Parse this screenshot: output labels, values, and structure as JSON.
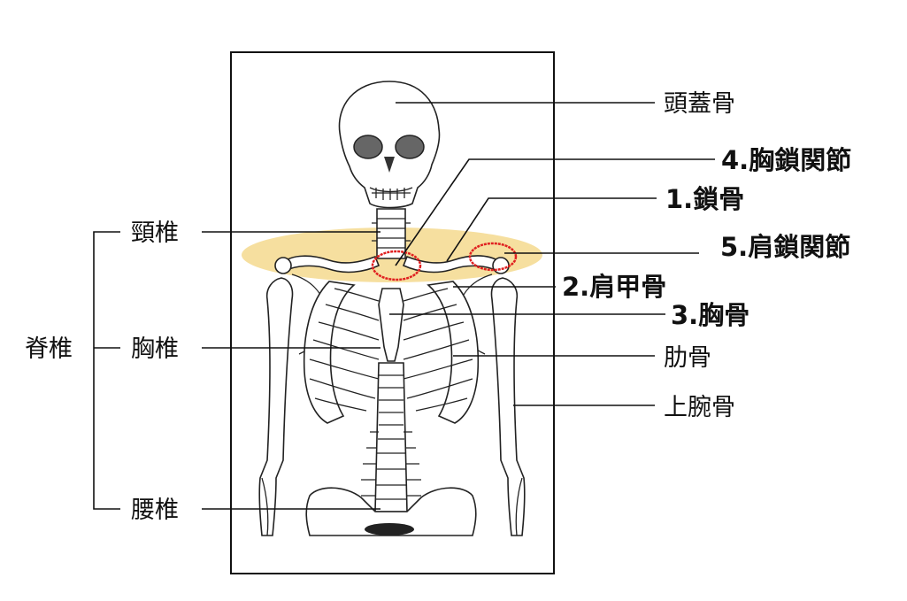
{
  "labels": {
    "skull": "頭蓋骨",
    "sternoclavicular_joint": "4.胸鎖関節",
    "clavicle": "1.鎖骨",
    "acromioclavicular_joint": "5.肩鎖関節",
    "scapula": "2.肩甲骨",
    "sternum": "3.胸骨",
    "rib": "肋骨",
    "humerus": "上腕骨",
    "cervical_vertebrae": "頸椎",
    "spine": "脊椎",
    "thoracic_vertebrae": "胸椎",
    "lumbar_vertebrae": "腰椎"
  },
  "colors": {
    "shoulder_highlight": "#f5d98e",
    "joint_circle": "#e02020",
    "line": "#111111",
    "frame": "#111111"
  }
}
